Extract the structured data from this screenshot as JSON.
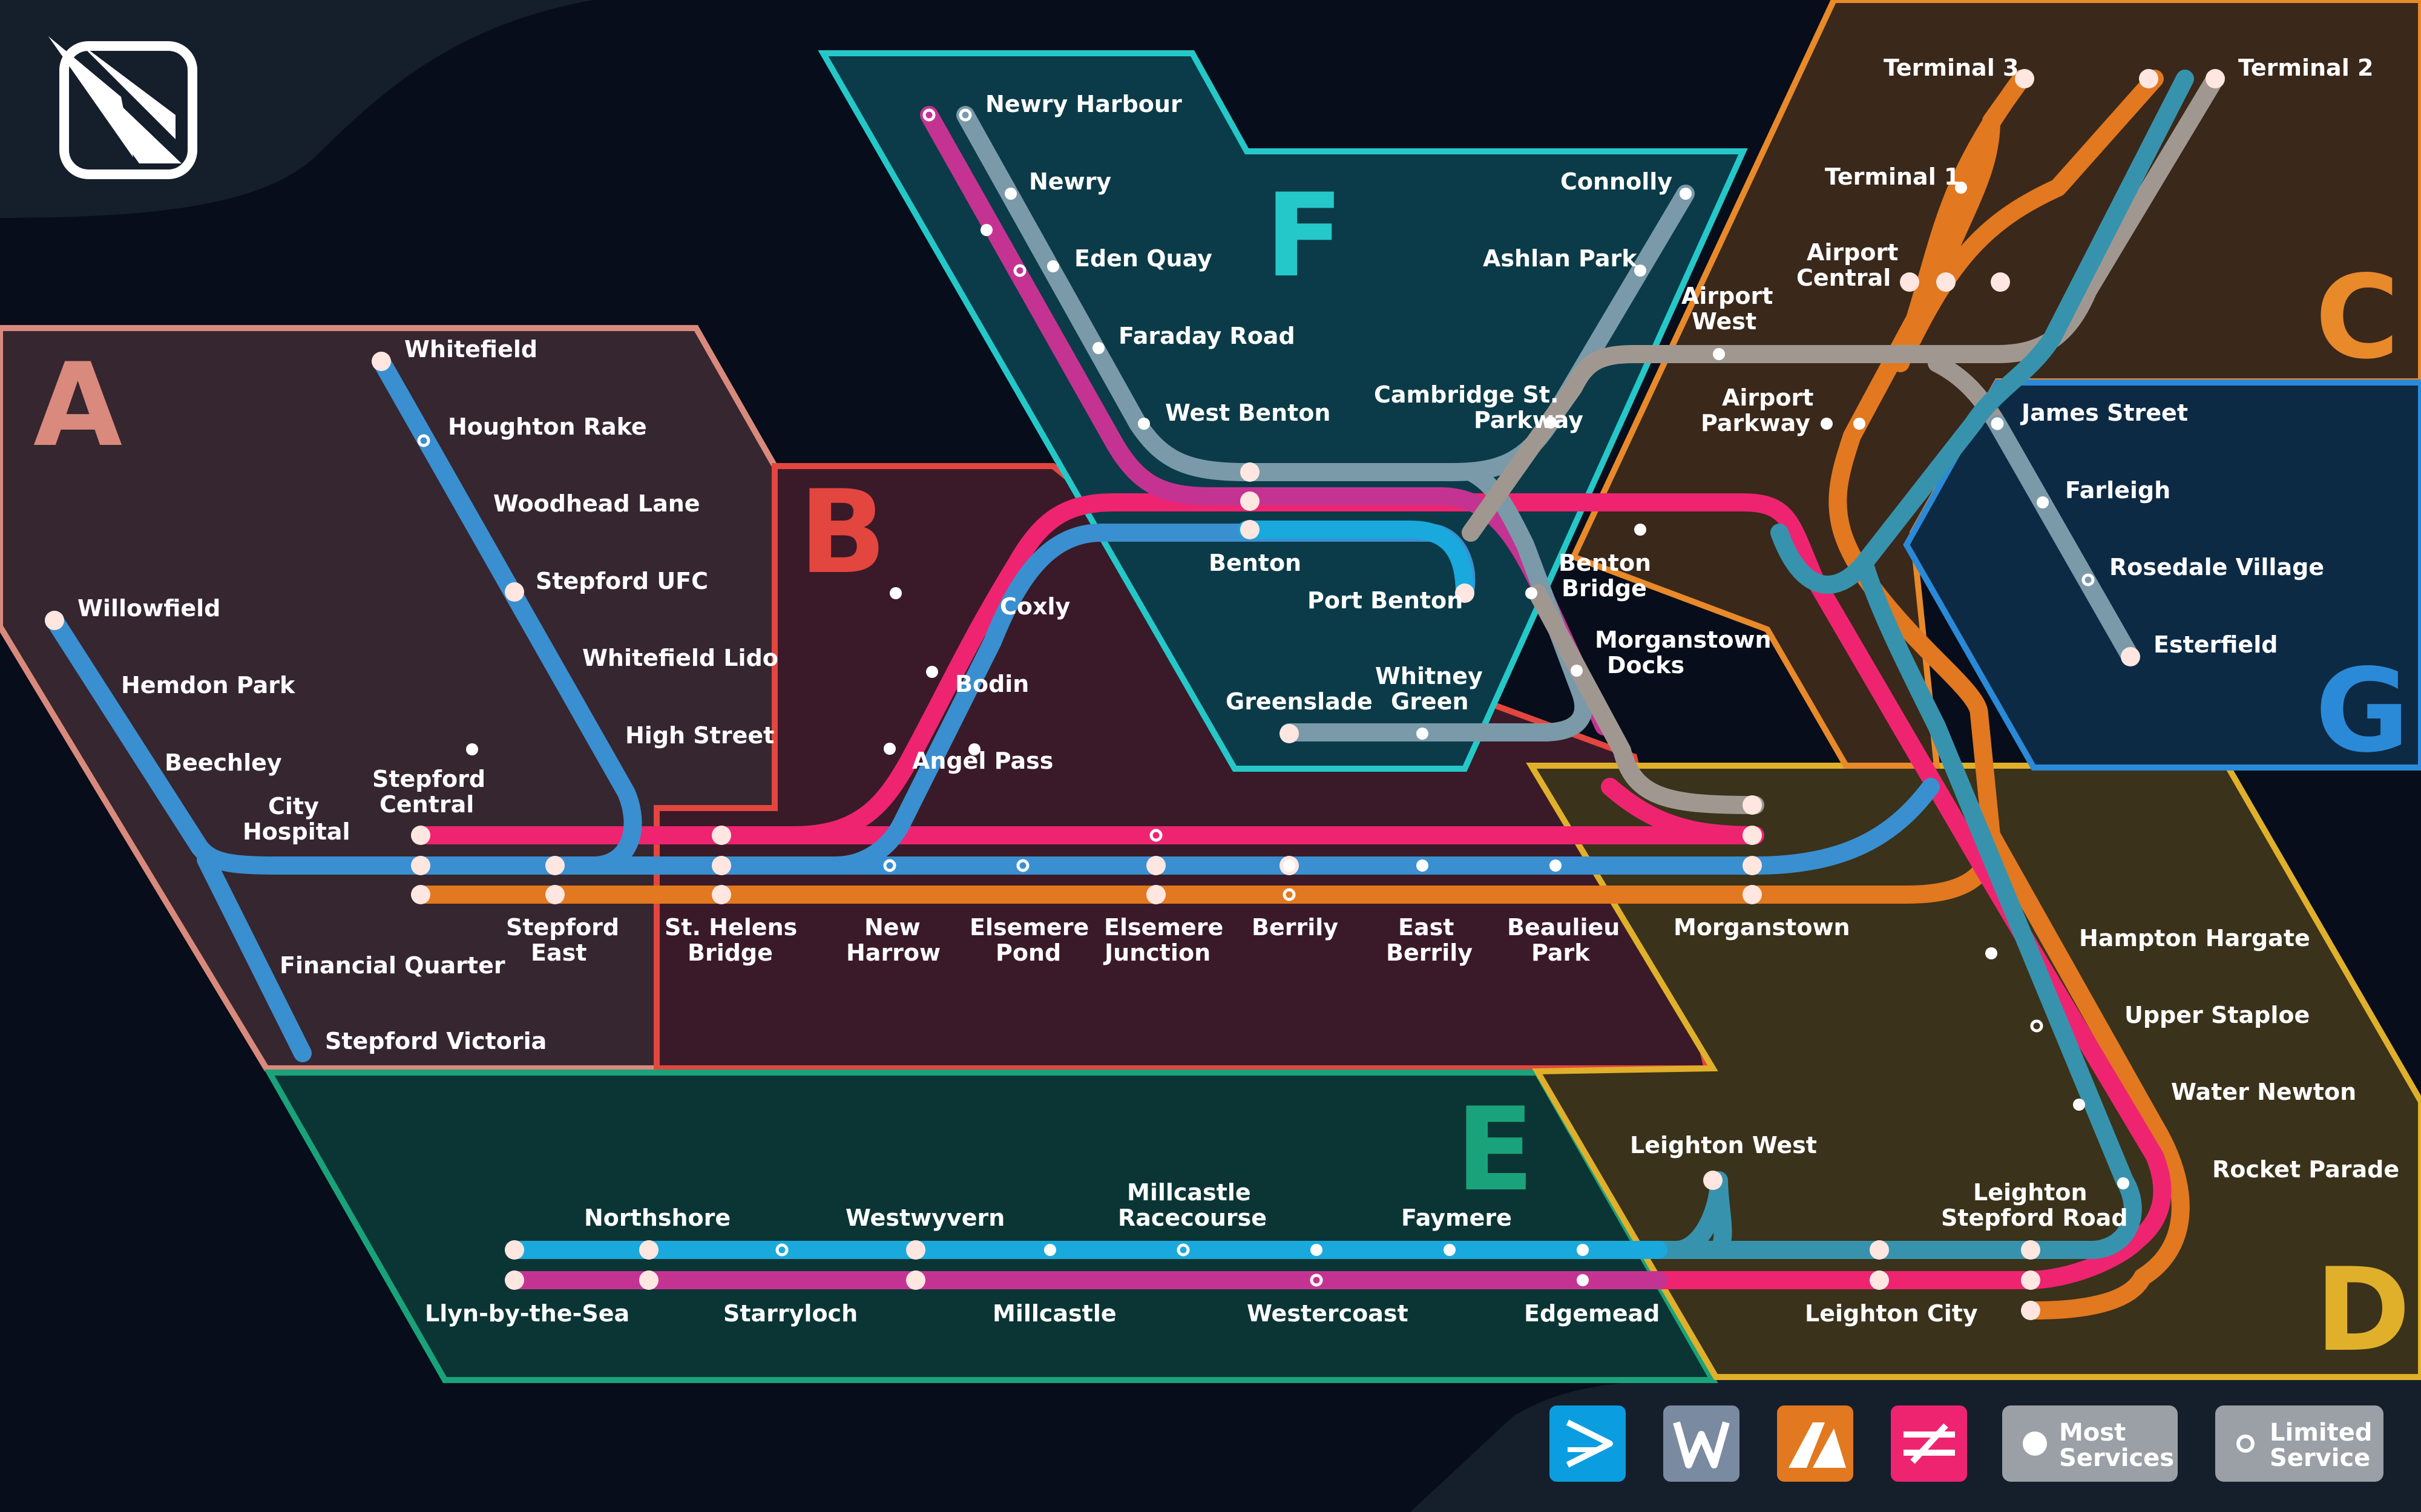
{
  "title": "",
  "colors": {
    "background": "#070d1a",
    "line_blue": "#3a8fd0",
    "line_cyan": "#1aa9dd",
    "line_pink": "#ee2471",
    "line_magenta": "#c53392",
    "line_orange": "#e2781f",
    "line_grey": "#7a9aaa",
    "line_beige": "#a09890",
    "line_teal": "#3793ad"
  },
  "zones": [
    {
      "letter": "A",
      "color": "#d98a7d"
    },
    {
      "letter": "B",
      "color": "#e3463f"
    },
    {
      "letter": "C",
      "color": "#e8892a"
    },
    {
      "letter": "D",
      "color": "#e0b02a"
    },
    {
      "letter": "E",
      "color": "#1aa37a"
    },
    {
      "letter": "F",
      "color": "#25c8c8"
    },
    {
      "letter": "G",
      "color": "#2a8ad8"
    }
  ],
  "stations": [
    "Whitefield",
    "Houghton Rake",
    "Woodhead Lane",
    "Stepford UFC",
    "Whitefield Lido",
    "High Street",
    "Willowfield",
    "Hemdon Park",
    "Beechley",
    "City",
    "Hospital",
    "Financial Quarter",
    "Stepford Victoria",
    "Stepford",
    "Central",
    "Stepford",
    "East",
    "St. Helens",
    "Bridge",
    "Coxly",
    "Bodin",
    "Angel Pass",
    "New",
    "Harrow",
    "Elsemere",
    "Pond",
    "Elsemere",
    "Junction",
    "Berrily",
    "East",
    "Berrily",
    "Beaulieu",
    "Park",
    "Morganstown",
    "Newry Harbour",
    "Newry",
    "Eden Quay",
    "Faraday Road",
    "West Benton",
    "Benton",
    "Port Benton",
    "Greenslade",
    "Whitney",
    "Green",
    "Connolly",
    "Ashlan Park",
    "Cambridge St.",
    "Parkway",
    "Benton",
    "Bridge",
    "Morganstown",
    "Docks",
    "Terminal 3",
    "Terminal 2",
    "Terminal 1",
    "Airport",
    "Central",
    "Airport",
    "West",
    "Airport",
    "Parkway",
    "James Street",
    "Farleigh",
    "Rosedale Village",
    "Esterfield",
    "Hampton Hargate",
    "Upper Staploe",
    "Water Newton",
    "Rocket Parade",
    "Leighton West",
    "Leighton",
    "Stepford Road",
    "Leighton City",
    "Northshore",
    "Westwyvern",
    "Millcastle",
    "Racecourse",
    "Faymere",
    "Llyn-by-the-Sea",
    "Starryloch",
    "Millcastle",
    "Westercoast",
    "Edgemead"
  ],
  "legend": {
    "most_line1": "Most",
    "most_line2": "Services",
    "limited_line1": "Limited",
    "limited_line2": "Service",
    "operator_icons": [
      "connect-operator-icon",
      "waterline-operator-icon",
      "airlink-operator-icon",
      "national-rail-operator-icon"
    ]
  }
}
